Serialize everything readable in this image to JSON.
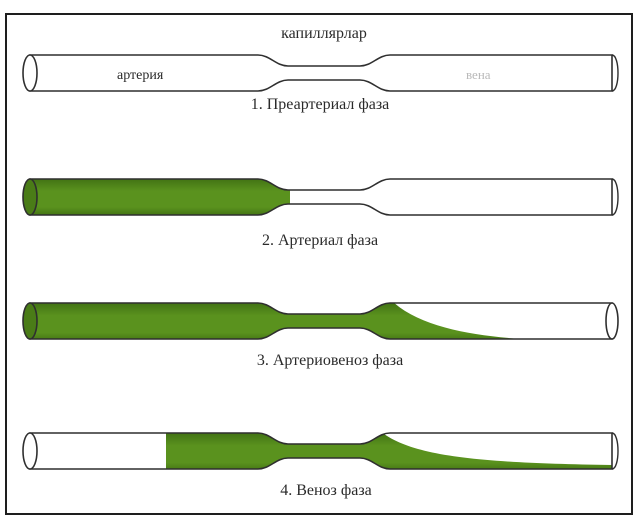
{
  "labels": {
    "capillaries": "капиллярлар",
    "artery": "артерия",
    "vein": "вена"
  },
  "phases": [
    {
      "caption": "1. Преартериал фаза"
    },
    {
      "caption": "2. Артериал фаза"
    },
    {
      "caption": "3. Артериовеноз фаза"
    },
    {
      "caption": "4. Веноз фаза"
    }
  ],
  "colors": {
    "fill": "#5a921e",
    "fill_dark": "#3e6e12",
    "outline": "#2f2f2f",
    "frame": "#1e1e1e"
  }
}
